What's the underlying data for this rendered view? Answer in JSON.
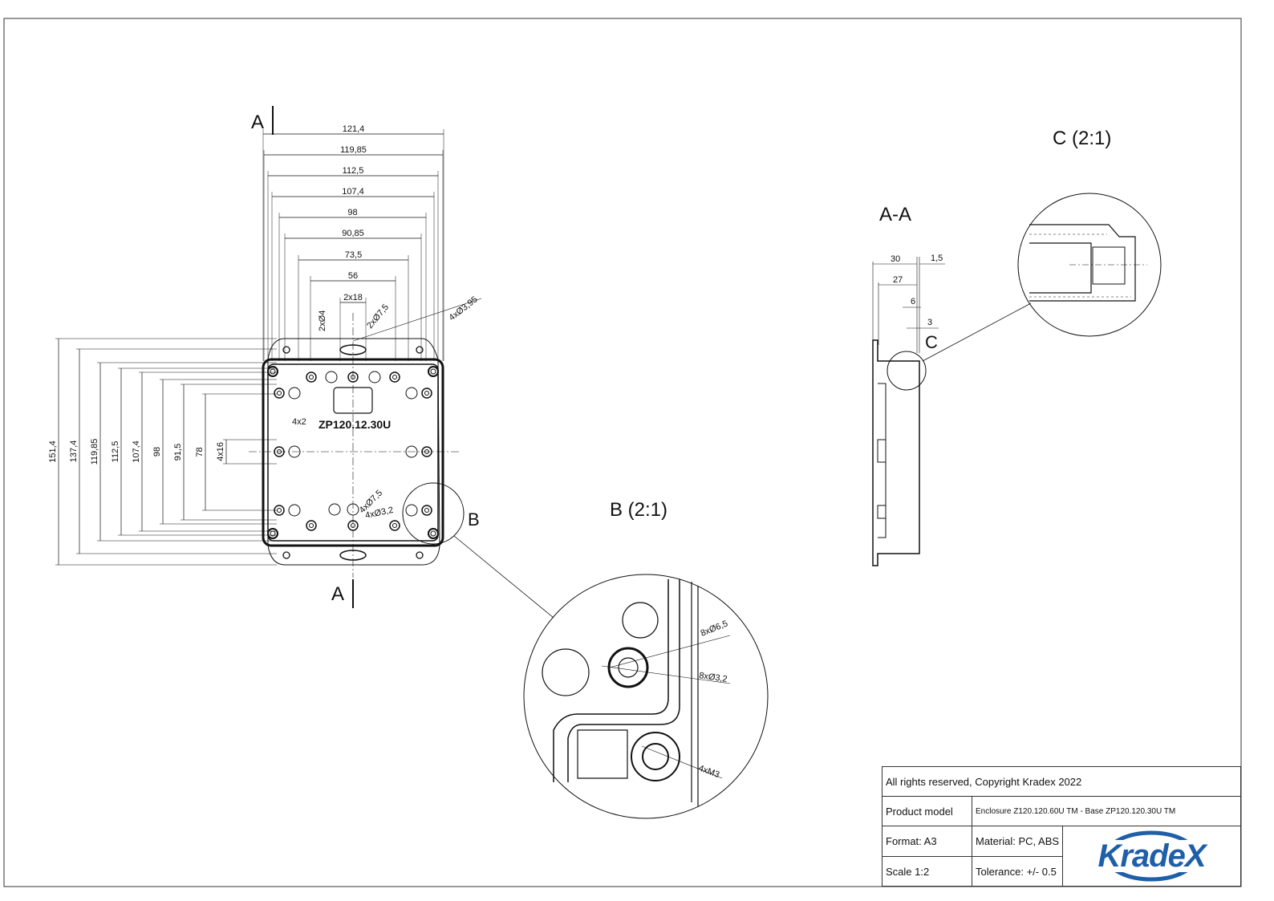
{
  "views": {
    "section_marker": "A",
    "section_view_title": "A-A",
    "detail_b_marker": "B",
    "detail_b_title": "B (2:1)",
    "detail_c_marker": "C",
    "detail_c_title": "C (2:1)"
  },
  "front_view": {
    "part_label": "ZP120.12.30U",
    "top_dimensions": [
      "121,4",
      "119,85",
      "112,5",
      "107,4",
      "98",
      "90,85",
      "73,5",
      "56",
      "2x18"
    ],
    "left_dimensions": [
      "151,4",
      "137,4",
      "119,85",
      "112,5",
      "107,4",
      "98",
      "91,5",
      "78",
      "4x16"
    ],
    "callouts": [
      "2xØ4",
      "2xØ7,5",
      "4xØ3,95",
      "4x2",
      "4xØ7,5",
      "4xØ3,2"
    ]
  },
  "section_view": {
    "dimensions": [
      "30",
      "1,5",
      "27",
      "6",
      "3"
    ]
  },
  "detail_b": {
    "callouts": [
      "8xØ6,5",
      "8xØ3,2",
      "4xM3"
    ]
  },
  "title_block": {
    "copyright": "All rights reserved, Copyright Kradex 2022",
    "product_model_label": "Product model",
    "product_model_value": "Enclosure Z120.120.60U TM - Base ZP120.120.30U TM",
    "format": "Format: A3",
    "material": "Material: PC, ABS",
    "scale": "Scale 1:2",
    "tolerance": "Tolerance: +/- 0.5",
    "logo_text": "KradeX",
    "logo_color": "#1e5fa8"
  }
}
